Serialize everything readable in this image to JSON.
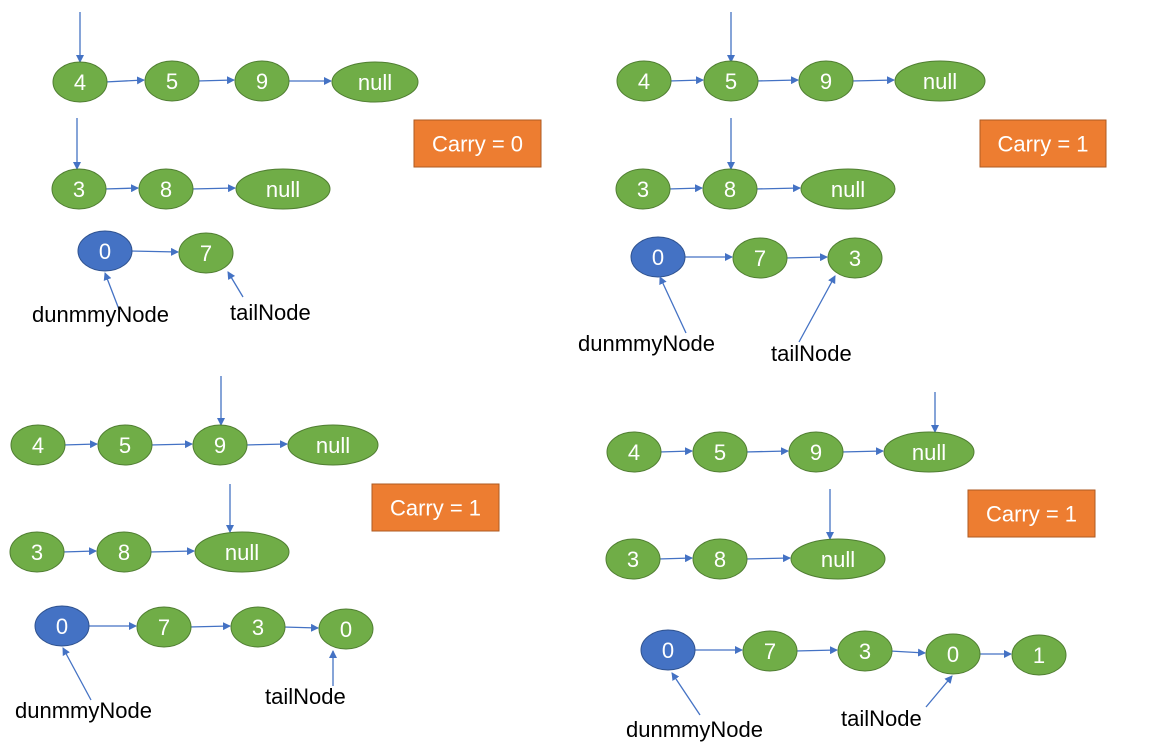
{
  "colors": {
    "node_fill": "#70ad47",
    "node_stroke": "#507e32",
    "dummy_fill": "#4472c4",
    "dummy_stroke": "#2f528f",
    "carry_fill": "#ed7d31",
    "carry_stroke": "#ae5a21",
    "arrow": "#4472c4"
  },
  "panels": [
    {
      "carry": "Carry = 0",
      "list1": [
        "4",
        "5",
        "9",
        "null"
      ],
      "list2": [
        "3",
        "8",
        "null"
      ],
      "result": [
        "0",
        "7"
      ],
      "dummy_label": "dunmmyNode",
      "tail_label": "tailNode"
    },
    {
      "carry": "Carry = 1",
      "list1": [
        "4",
        "5",
        "9",
        "null"
      ],
      "list2": [
        "3",
        "8",
        "null"
      ],
      "result": [
        "0",
        "7",
        "3"
      ],
      "dummy_label": "dunmmyNode",
      "tail_label": "tailNode"
    },
    {
      "carry": "Carry = 1",
      "list1": [
        "4",
        "5",
        "9",
        "null"
      ],
      "list2": [
        "3",
        "8",
        "null"
      ],
      "result": [
        "0",
        "7",
        "3",
        "0"
      ],
      "dummy_label": "dunmmyNode",
      "tail_label": "tailNode"
    },
    {
      "carry": "Carry = 1",
      "list1": [
        "4",
        "5",
        "9",
        "null"
      ],
      "list2": [
        "3",
        "8",
        "null"
      ],
      "result": [
        "0",
        "7",
        "3",
        "0",
        "1"
      ],
      "dummy_label": "dunmmyNode",
      "tail_label": "tailNode"
    }
  ]
}
